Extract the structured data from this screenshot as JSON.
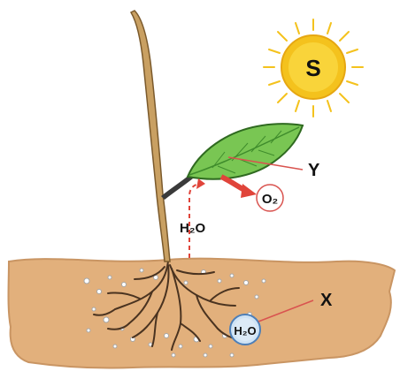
{
  "labels": {
    "sun": "S",
    "leaf": "Y",
    "soil": "X",
    "oxygen": "O₂",
    "water_stem": "H₂O",
    "water_soil": "H₂O"
  },
  "colors": {
    "soil": "#e2b07c",
    "soil_edge": "#b9824f",
    "stem": "#c9a062",
    "leaf": "#79c653",
    "leaf_dark": "#3f8c2c",
    "sun": "#f4c21d",
    "arrow": "#e0443a",
    "roots": "#4a3320",
    "pointer_line": "#d9534f"
  },
  "icons": {
    "sun": "sun-icon",
    "plant": "plant-icon",
    "water": "water-droplet-icon",
    "oxygen": "oxygen-bubble-icon"
  }
}
